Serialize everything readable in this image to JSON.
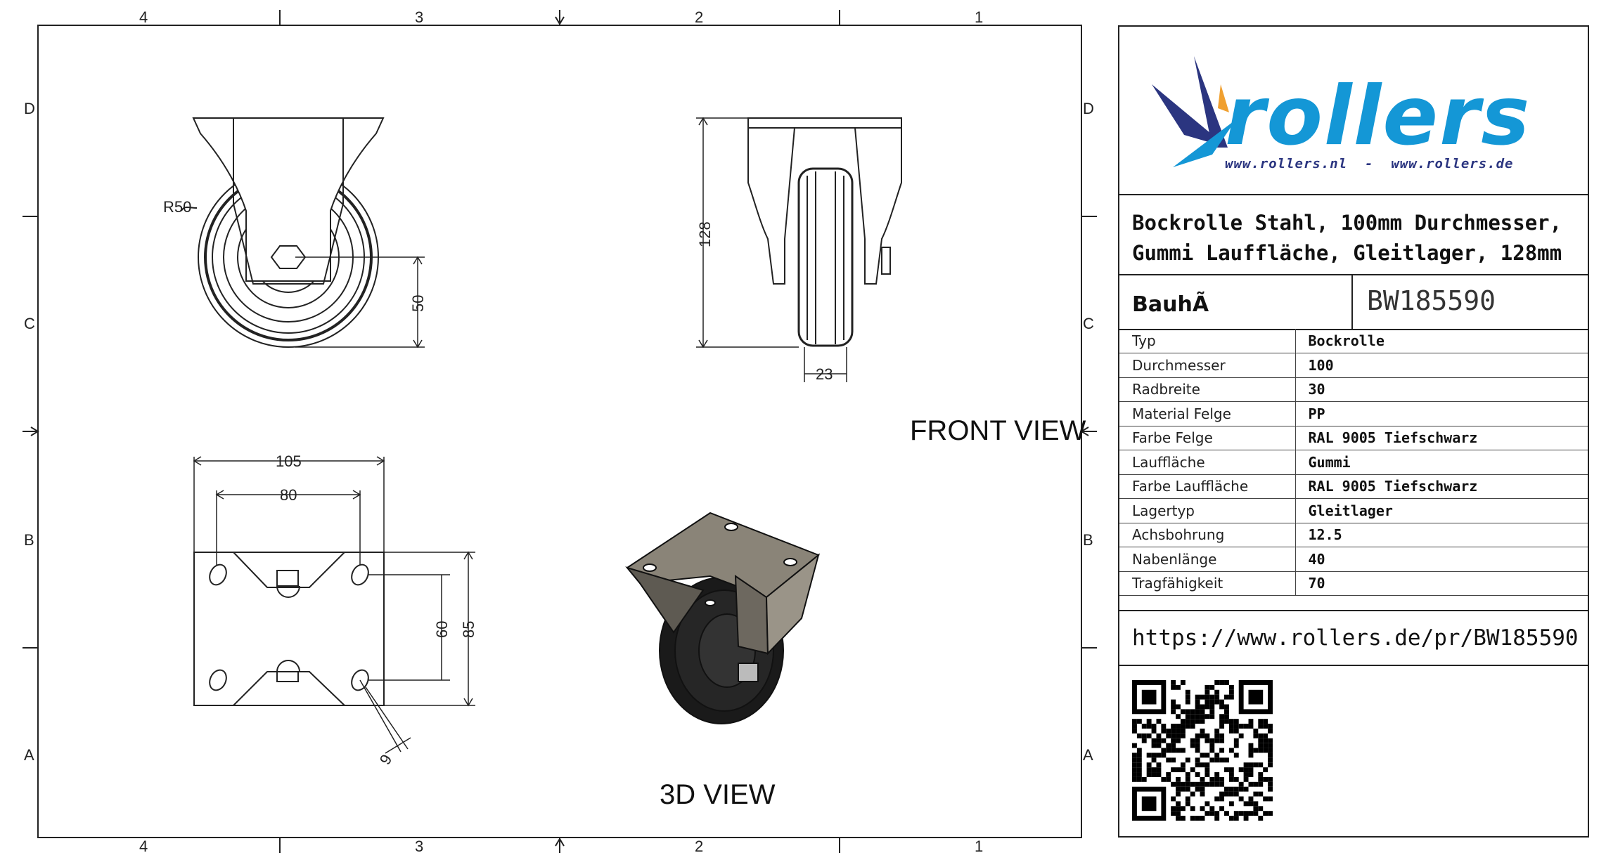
{
  "frame": {
    "columns_top": [
      "4",
      "3",
      "2",
      "1"
    ],
    "columns_bottom": [
      "4",
      "3",
      "2",
      "1"
    ],
    "rows_left": [
      "D",
      "C",
      "B",
      "A"
    ],
    "rows_right": [
      "D",
      "C",
      "B",
      "A"
    ]
  },
  "drawing": {
    "front_dims": {
      "radius": "R50",
      "axle_height": "50"
    },
    "side_dims": {
      "height": "128",
      "wheel_width": "23"
    },
    "plate_dims": {
      "plate_width": "105",
      "hole_spacing_x": "80",
      "hole_spacing_y": "60",
      "plate_depth": "85",
      "hole_size": "9"
    },
    "label_front": "FRONT VIEW",
    "label_3d": "3D VIEW"
  },
  "title_block": {
    "logo_text": "rollers",
    "logo_urls": "www.rollers.nl  -  www.rollers.de",
    "title_line1": "Bockrolle Stahl, 100mm Durchmesser,",
    "title_line2": "Gummi Lauffläche, Gleitlager, 128mm",
    "id_label": "BauhÃ",
    "id_value": "BW185590",
    "specs": [
      {
        "key": "Typ",
        "value": "Bockrolle"
      },
      {
        "key": "Durchmesser",
        "value": "100"
      },
      {
        "key": "Radbreite",
        "value": "30"
      },
      {
        "key": "Material Felge",
        "value": "PP"
      },
      {
        "key": "Farbe Felge",
        "value": "RAL 9005 Tiefschwarz"
      },
      {
        "key": "Lauffläche",
        "value": "Gummi"
      },
      {
        "key": "Farbe Lauffläche",
        "value": "RAL 9005 Tiefschwarz"
      },
      {
        "key": "Lagertyp",
        "value": "Gleitlager"
      },
      {
        "key": "Achsbohrung",
        "value": "12.5"
      },
      {
        "key": "Nabenlänge",
        "value": "40"
      },
      {
        "key": "Tragfähigkeit",
        "value": "70"
      }
    ],
    "url": "https://www.rollers.de/pr/BW185590"
  },
  "colors": {
    "logo_blue": "#1497d6",
    "logo_navy": "#2b3580",
    "logo_orange": "#f0a030",
    "line": "#222222"
  }
}
